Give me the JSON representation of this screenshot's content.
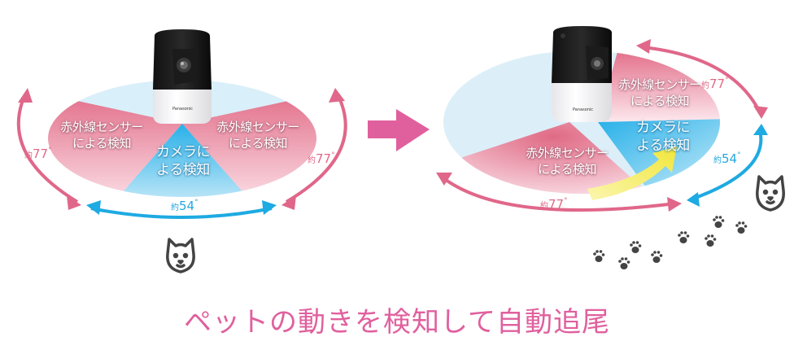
{
  "headline": "ペットの動きを検知して自動追尾",
  "left_diagram": {
    "ir_left_label_line1": "赤外線センサー",
    "ir_left_label_line2": "による検知",
    "ir_right_label_line1": "赤外線センサー",
    "ir_right_label_line2": "による検知",
    "camera_label_line1": "カメラに",
    "camera_label_line2": "よる検知",
    "angle_left": {
      "prefix": "約",
      "value": "77",
      "unit": "°"
    },
    "angle_right": {
      "prefix": "約",
      "value": "77",
      "unit": "°"
    },
    "angle_bottom": {
      "prefix": "約",
      "value": "54",
      "unit": "°"
    },
    "camera_brand": "Panasonic"
  },
  "right_diagram": {
    "ir_top_label_line1": "赤外線センサー",
    "ir_top_label_line2": "による検知",
    "ir_bottom_label_line1": "赤外線センサー",
    "ir_bottom_label_line2": "による検知",
    "camera_label_line1": "カメラに",
    "camera_label_line2": "よる検知",
    "angle_top": {
      "prefix": "約",
      "value": "77",
      "unit": "°"
    },
    "angle_side": {
      "prefix": "約",
      "value": "54",
      "unit": "°"
    },
    "angle_bottom": {
      "prefix": "約",
      "value": "77",
      "unit": "°"
    },
    "camera_brand": "Panasonic"
  },
  "colors": {
    "ir_pink": "#e8788f",
    "camera_blue": "#3bb8ea",
    "ellipse_light_blue": "#d6eef8",
    "arrow_pink": "#e0678a",
    "arrow_blue": "#1eaae2",
    "transition_arrow": "#e0609e",
    "headline": "#e0609e",
    "motion_arrow_yellow": "#f3e94a",
    "pet_icon": "#444444"
  },
  "icons": [
    "dog-face-icon",
    "paw-print-icon",
    "transition-arrow-icon",
    "camera-device"
  ]
}
